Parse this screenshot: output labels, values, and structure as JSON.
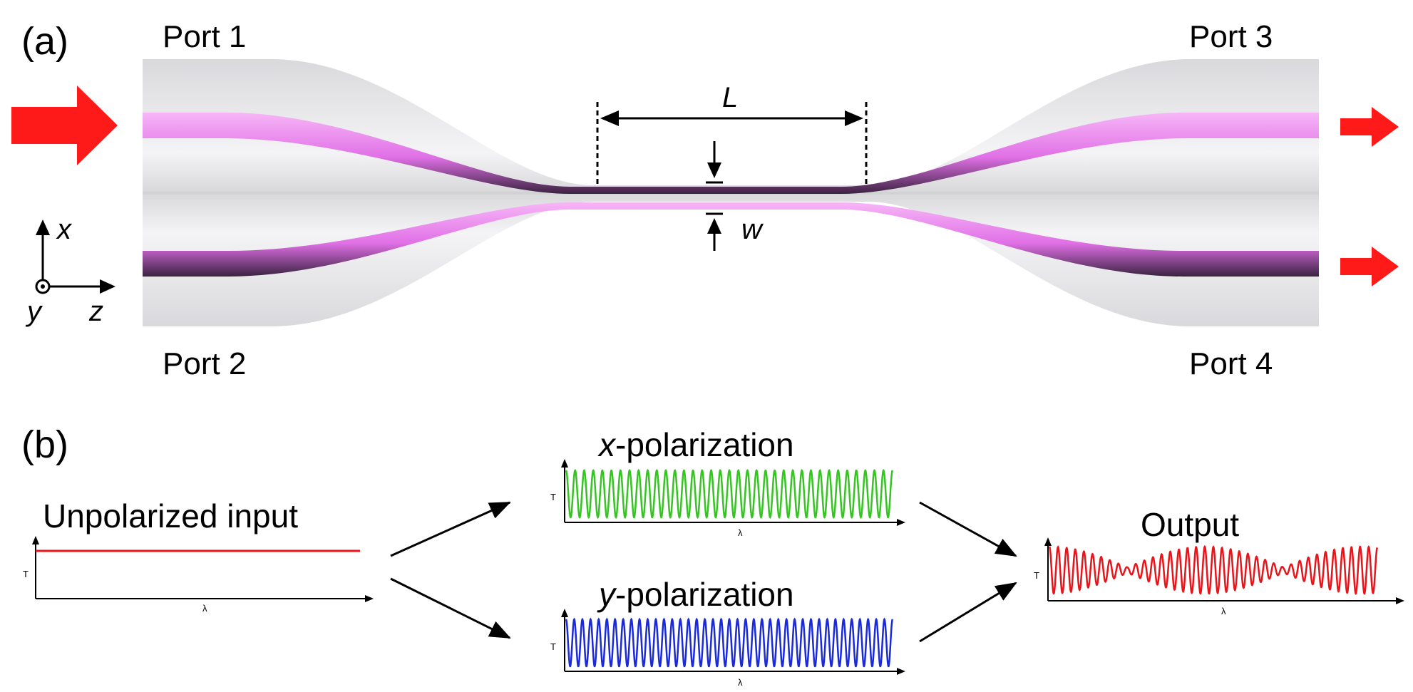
{
  "panel_a": {
    "label": "(a)",
    "ports": {
      "p1": "Port 1",
      "p2": "Port 2",
      "p3": "Port 3",
      "p4": "Port 4"
    },
    "dimensions": {
      "length": "L",
      "width": "w"
    },
    "axes": {
      "x": "x",
      "y": "y",
      "z": "z"
    },
    "colors": {
      "arrow": "#ff1a1a",
      "core": "#e07ae6",
      "cladding": "#e6e6e8"
    }
  },
  "panel_b": {
    "label": "(b)",
    "input_title": "Unpolarized input",
    "x_title_sym": "x",
    "x_title_rest": "-polarization",
    "y_title_sym": "y",
    "y_title_rest": "-polarization",
    "output_title": "Output",
    "axis_t": "T",
    "axis_lambda": "λ",
    "colors": {
      "input": "#e8141a",
      "x": "#36c423",
      "y": "#1a2ad8",
      "output": "#e8141a"
    }
  }
}
